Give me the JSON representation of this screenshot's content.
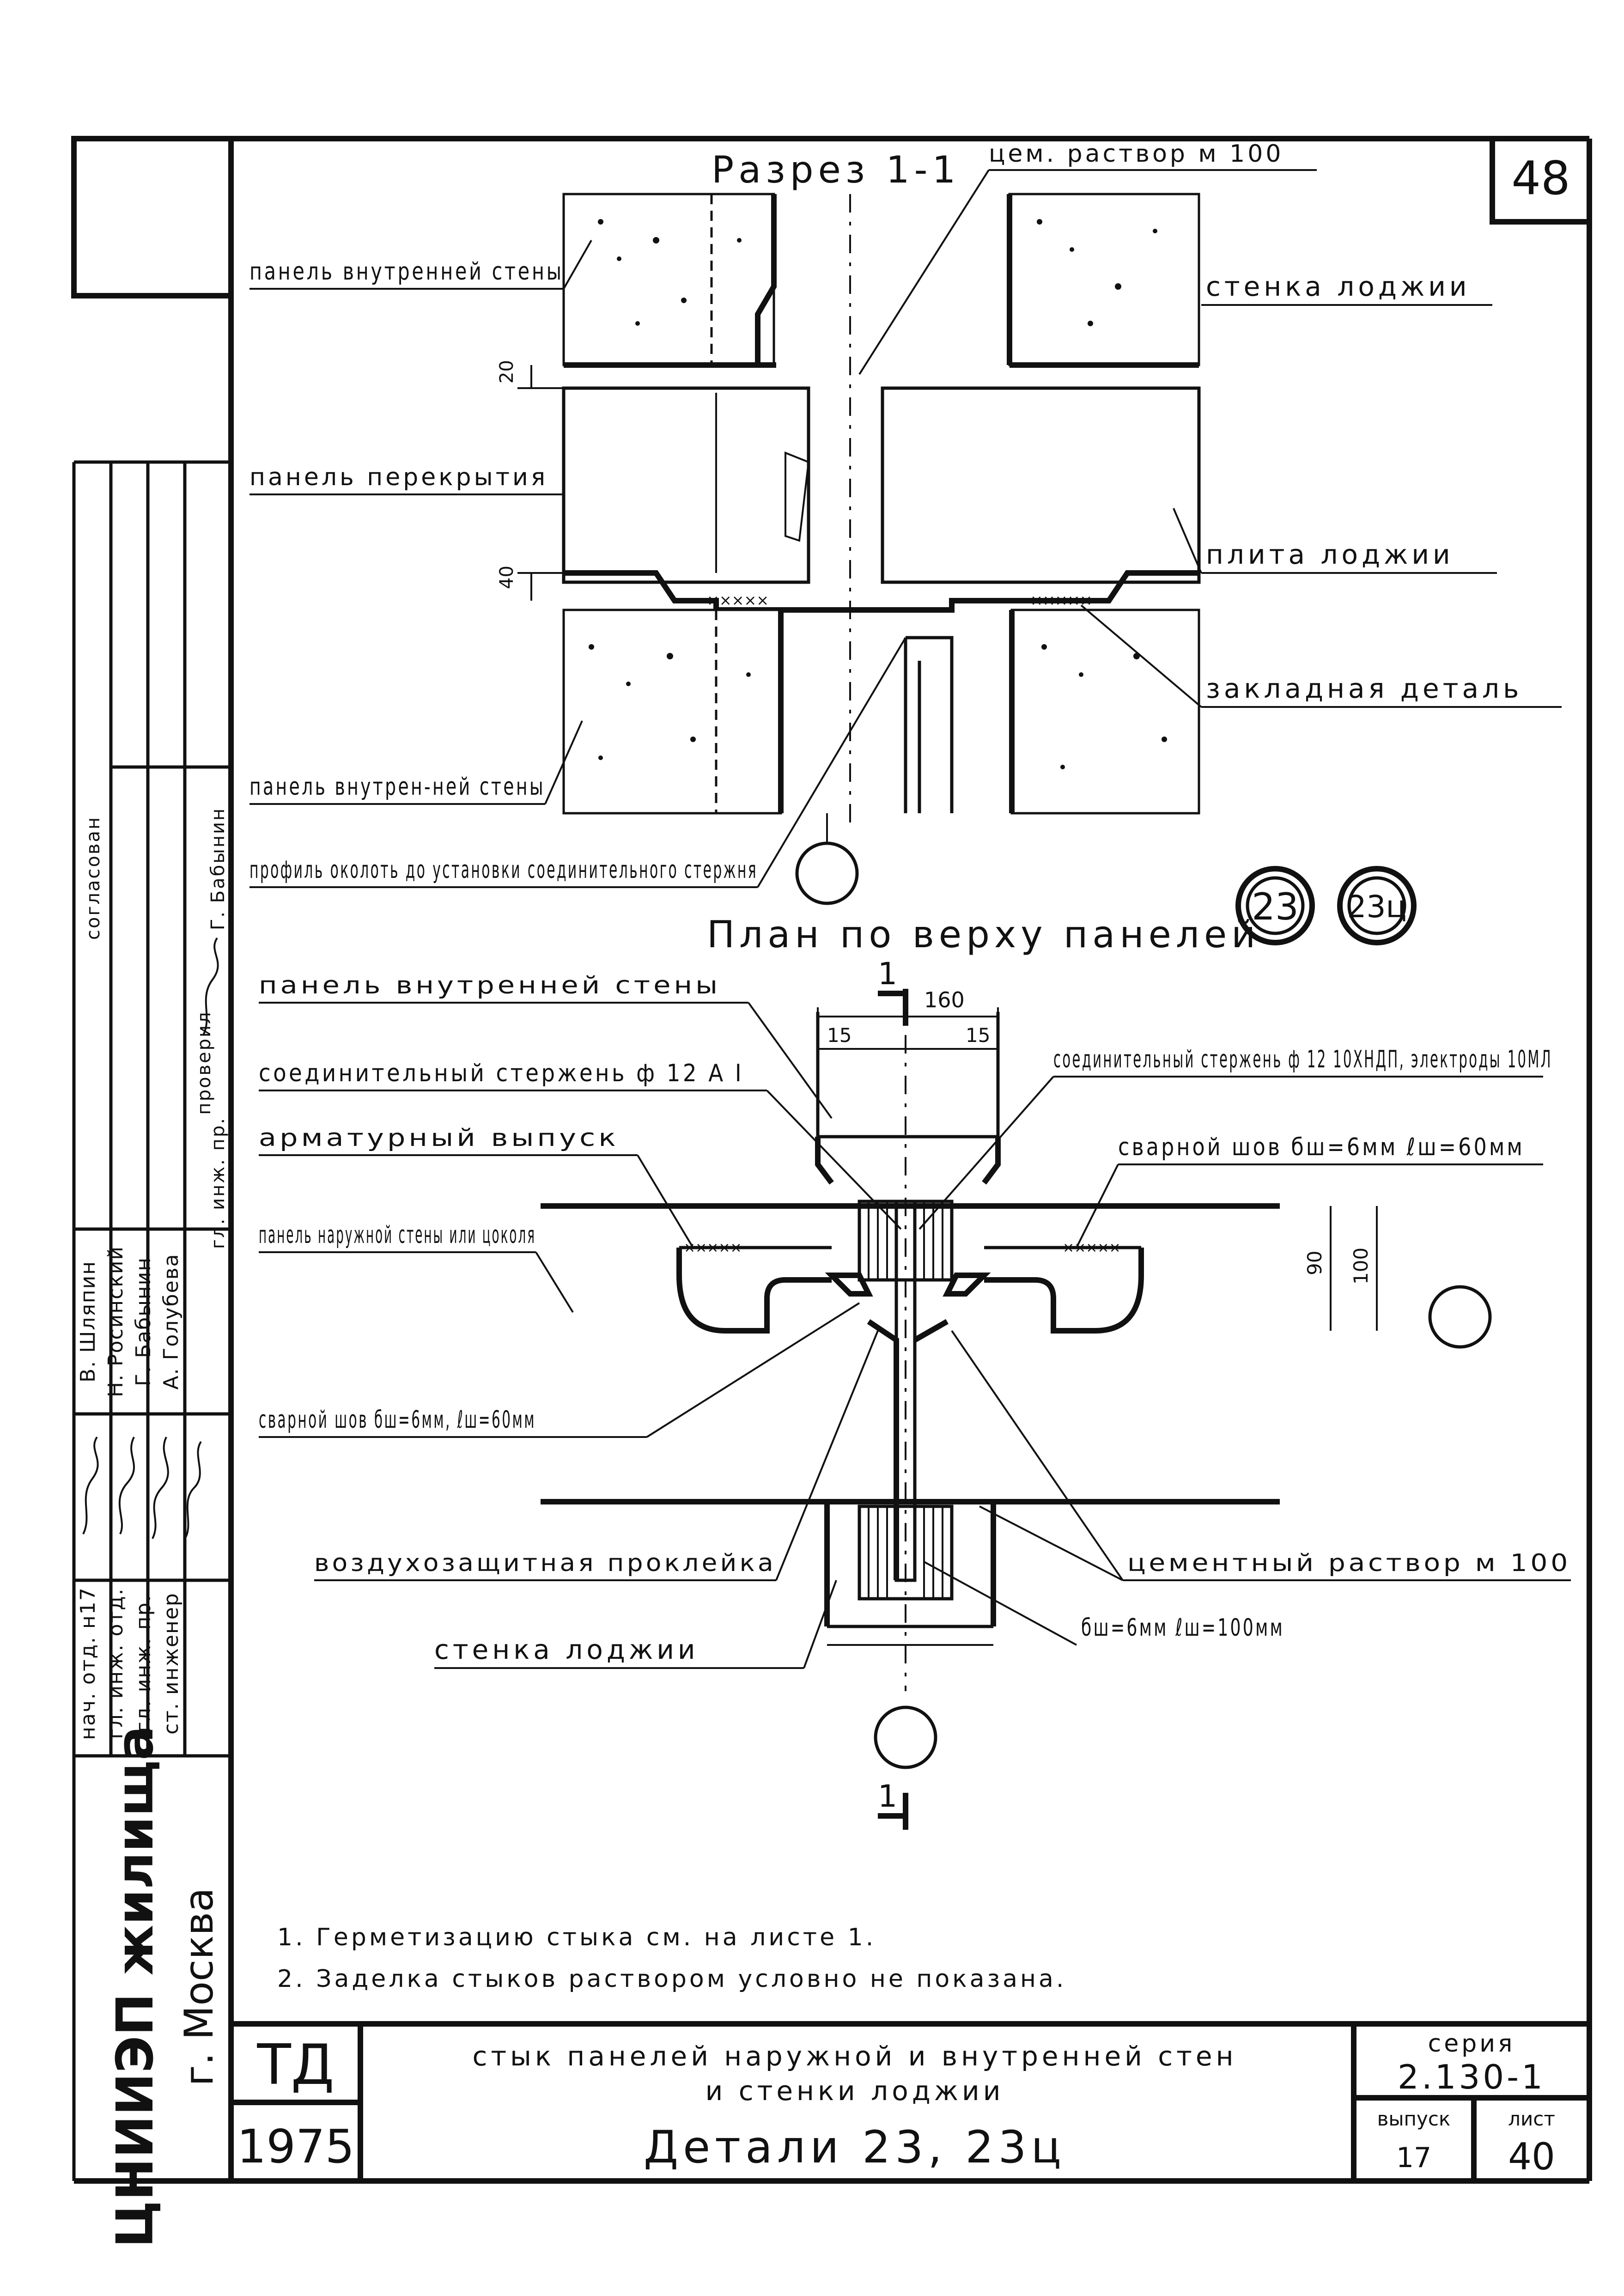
{
  "sheet": {
    "sheet_no_top": "48",
    "section_title": "Разрез 1-1",
    "plan_title": "План по верху панелей",
    "detail_refs": [
      "23",
      "23ц"
    ],
    "section_labels": {
      "cem_mortar": "цем. раствор м 100",
      "inner_wall_panel_top": "панель внутренней стены",
      "loggia_wall": "стенка лоджии",
      "dim_20": "20",
      "floor_panel": "панель перекрытия",
      "dim_40": "40",
      "loggia_slab": "плита лоджии",
      "embedded_part": "закладная деталь",
      "inner_wall_panel_bottom": "панель внутрен-ней стены",
      "profile_note": "профиль околоть до установки соединительного стержня"
    },
    "plan_labels": {
      "inner_wall_panel": "панель внутренней стены",
      "connecting_rod_1": "соединительный стержень ф 12 А I",
      "rebar_outlet": "арматурный выпуск",
      "outer_wall_panel": "панель наружной стены или цоколя",
      "weld_1": "сварной шов бш=6мм, ℓш=60мм",
      "air_seal": "воздухозащитная проклейка",
      "loggia_wall": "стенка лоджии",
      "connecting_rod_2": "соединительный стержень ф 12 10ХНДП, электроды 10МЛ",
      "weld_2": "сварной шов бш=6мм ℓш=60мм",
      "cement_mortar": "цементный раствор м 100",
      "weld_3": "бш=6мм ℓш=100мм",
      "dim_160": "160",
      "dim_15_left": "15",
      "dim_15_right": "15",
      "dim_90": "90",
      "dim_100": "100",
      "cut_mark": "1"
    },
    "notes": [
      "1. Герметизацию стыка см. на листе 1.",
      "2. Заделка стыков раствором условно не показана."
    ],
    "title_block": {
      "org_code": "ТД",
      "year": "1975",
      "title_line1": "стык панелей наружной и внутренней стен",
      "title_line2": "и стенки лоджии",
      "title_line3": "Детали 23, 23ц",
      "series_label": "серия",
      "series_value": "2.130-1",
      "issue_label": "выпуск",
      "issue_value": "17",
      "sheet_label": "лист",
      "sheet_value": "40"
    },
    "side_stamp": {
      "approved": "согласован",
      "checked": "проверил",
      "checked_role": "гл. инж. пр.",
      "checked_name": "Г. Бабынин",
      "rows": [
        {
          "role": "нач. отд. н17",
          "name": "В. Шляпин"
        },
        {
          "role": "гл. инж. отд.",
          "name": "Н. Росинский"
        },
        {
          "role": "гл. инж. пр.",
          "name": "Г. Бабынин"
        },
        {
          "role": "ст. инженер",
          "name": "А. Голубева"
        }
      ],
      "institute": "ЦНИИЭП жилища",
      "city": "г. Москва"
    }
  }
}
